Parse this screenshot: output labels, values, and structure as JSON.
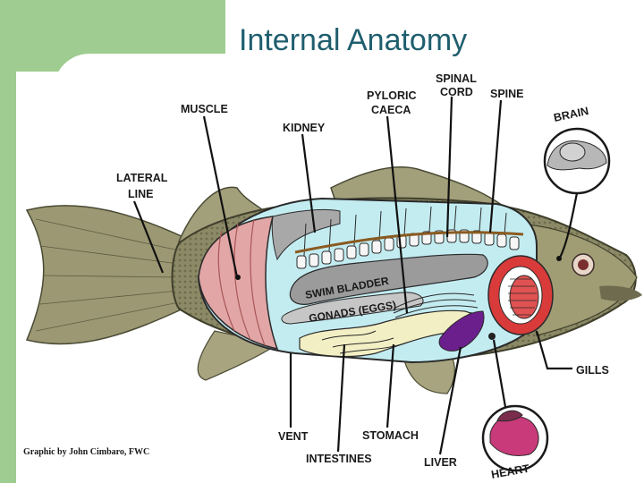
{
  "slide": {
    "title": "Internal Anatomy",
    "accent_color": "#9fcc90",
    "title_color": "#1f5e6e"
  },
  "diagram": {
    "labels": {
      "muscle": "MUSCLE",
      "lateral_line_1": "LATERAL",
      "lateral_line_2": "LINE",
      "kidney": "KIDNEY",
      "pyloric_1": "PYLORIC",
      "pyloric_2": "CAECA",
      "spinal_1": "SPINAL",
      "spinal_2": "CORD",
      "spine": "SPINE",
      "brain": "BRAIN",
      "swim_bladder": "SWIM BLADDER",
      "gonads": "GONADS (EGGS)",
      "gills": "GILLS",
      "vent": "VENT",
      "intestines": "INTESTINES",
      "stomach": "STOMACH",
      "liver": "LIVER",
      "heart": "HEART"
    },
    "credit": "Graphic by John Cimbaro, FWC"
  }
}
